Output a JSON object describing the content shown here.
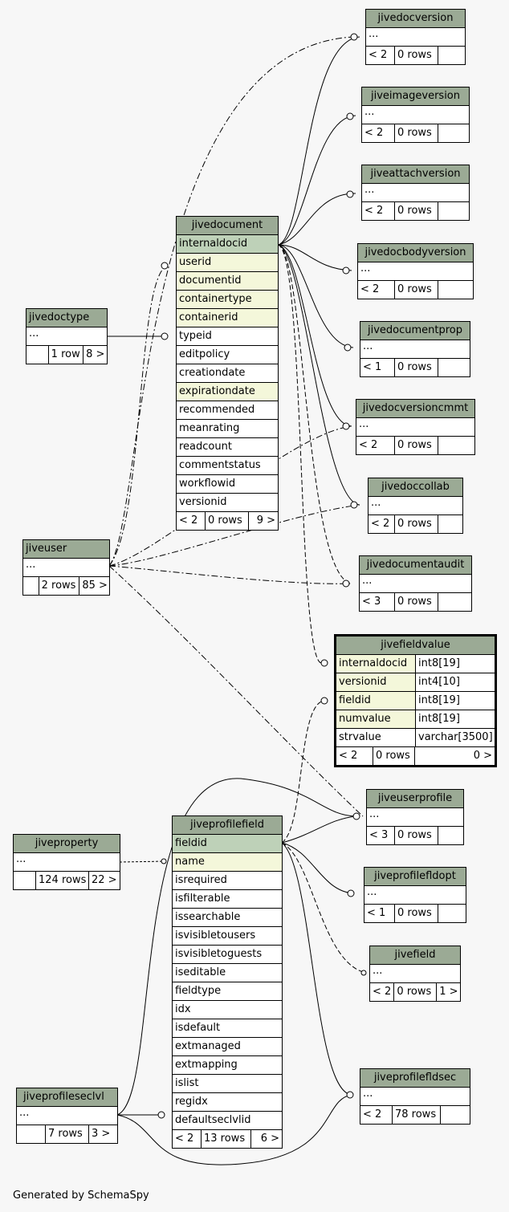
{
  "footer": "Generated by SchemaSpy",
  "tables": {
    "jivedocversion": {
      "name": "jivedocversion",
      "rows": [
        "..."
      ],
      "foot": [
        "< 2",
        "0 rows",
        ""
      ]
    },
    "jiveimageversion": {
      "name": "jiveimageversion",
      "rows": [
        "..."
      ],
      "foot": [
        "< 2",
        "0 rows",
        ""
      ]
    },
    "jiveattachversion": {
      "name": "jiveattachversion",
      "rows": [
        "..."
      ],
      "foot": [
        "< 2",
        "0 rows",
        ""
      ]
    },
    "jivedocbodyversion": {
      "name": "jivedocbodyversion",
      "rows": [
        "..."
      ],
      "foot": [
        "< 2",
        "0 rows",
        ""
      ]
    },
    "jivedocumentprop": {
      "name": "jivedocumentprop",
      "rows": [
        "..."
      ],
      "foot": [
        "< 1",
        "0 rows",
        ""
      ]
    },
    "jivedocversioncmmt": {
      "name": "jivedocversioncmmt",
      "rows": [
        "..."
      ],
      "foot": [
        "< 2",
        "0 rows",
        ""
      ]
    },
    "jivedoccollab": {
      "name": "jivedoccollab",
      "rows": [
        "..."
      ],
      "foot": [
        "< 2",
        "0 rows",
        ""
      ]
    },
    "jivedocumentaudit": {
      "name": "jivedocumentaudit",
      "rows": [
        "..."
      ],
      "foot": [
        "< 3",
        "0 rows",
        ""
      ]
    },
    "jiveuserprofile": {
      "name": "jiveuserprofile",
      "rows": [
        "..."
      ],
      "foot": [
        "< 3",
        "0 rows",
        ""
      ]
    },
    "jiveprofilefldopt": {
      "name": "jiveprofilefldopt",
      "rows": [
        "..."
      ],
      "foot": [
        "< 1",
        "0 rows",
        ""
      ]
    },
    "jivefield": {
      "name": "jivefield",
      "rows": [
        "..."
      ],
      "foot": [
        "< 2",
        "0 rows",
        "1 >"
      ]
    },
    "jiveprofilefldsec": {
      "name": "jiveprofilefldsec",
      "rows": [
        "..."
      ],
      "foot": [
        "< 2",
        "78 rows",
        ""
      ]
    },
    "jivedoctype": {
      "name": "jivedoctype",
      "rows": [
        "..."
      ],
      "foot": [
        "",
        "1 row",
        "8 >"
      ]
    },
    "jiveuser": {
      "name": "jiveuser",
      "rows": [
        "..."
      ],
      "foot": [
        "",
        "2 rows",
        "85 >"
      ]
    },
    "jiveproperty": {
      "name": "jiveproperty",
      "rows": [
        "..."
      ],
      "foot": [
        "",
        "124 rows",
        "22 >"
      ]
    },
    "jiveprofileseclvl": {
      "name": "jiveprofileseclvl",
      "rows": [
        "..."
      ],
      "foot": [
        "",
        "7 rows",
        "3 >"
      ]
    },
    "jivedocument": {
      "name": "jivedocument",
      "columns": [
        "internaldocid",
        "userid",
        "documentid",
        "containertype",
        "containerid",
        "typeid",
        "editpolicy",
        "creationdate",
        "expirationdate",
        "recommended",
        "meanrating",
        "readcount",
        "commentstatus",
        "workflowid",
        "versionid"
      ],
      "foot": [
        "< 2",
        "0 rows",
        "9 >"
      ]
    },
    "jiveprofilefield": {
      "name": "jiveprofilefield",
      "columns": [
        "fieldid",
        "name",
        "isrequired",
        "isfilterable",
        "issearchable",
        "isvisibletousers",
        "isvisibletoguests",
        "iseditable",
        "fieldtype",
        "idx",
        "isdefault",
        "extmanaged",
        "extmapping",
        "islist",
        "regidx",
        "defaultseclvlid"
      ],
      "foot": [
        "< 2",
        "13 rows",
        "6 >"
      ]
    },
    "jivefieldvalue": {
      "name": "jivefieldvalue",
      "columns": [
        [
          "internaldocid",
          "int8[19]"
        ],
        [
          "versionid",
          "int4[10]"
        ],
        [
          "fieldid",
          "int8[19]"
        ],
        [
          "numvalue",
          "int8[19]"
        ],
        [
          "strvalue",
          "varchar[3500]"
        ]
      ],
      "foot": [
        "< 2",
        "0 rows",
        "0 >"
      ]
    }
  }
}
